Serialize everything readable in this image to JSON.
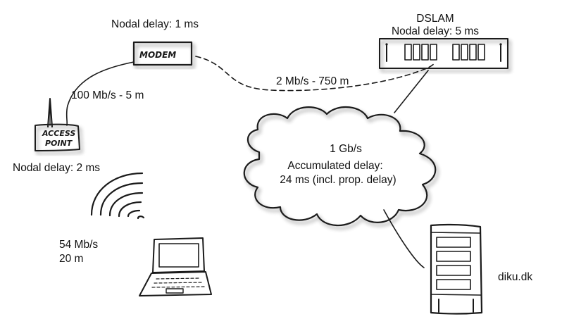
{
  "labels": {
    "modem_delay": "Nodal delay: 1 ms",
    "modem_text": "MODEM",
    "dslam_name": "DSLAM",
    "dslam_delay": "Nodal delay: 5 ms",
    "link_dsl": "2 Mb/s - 750 m",
    "link_ethernet": "100 Mb/s - 5 m",
    "ap_text_line1": "ACCESS",
    "ap_text_line2": "POINT",
    "ap_delay": "Nodal delay: 2 ms",
    "cloud_line1": "1 Gb/s",
    "cloud_line2": "Accumulated delay:",
    "cloud_line3": "24 ms (incl. prop. delay)",
    "wifi_rate": "54 Mb/s",
    "wifi_range": "20 m",
    "server_name": "diku.dk"
  },
  "icons": [
    "modem-icon",
    "dslam-icon",
    "access-point-icon",
    "antenna-icon",
    "wifi-waves-icon",
    "laptop-icon",
    "cloud-icon",
    "server-icon"
  ],
  "colors": {
    "stroke": "#1a1a1a",
    "device_fill": "#ffffff",
    "shadow": "#bdbdbd"
  }
}
